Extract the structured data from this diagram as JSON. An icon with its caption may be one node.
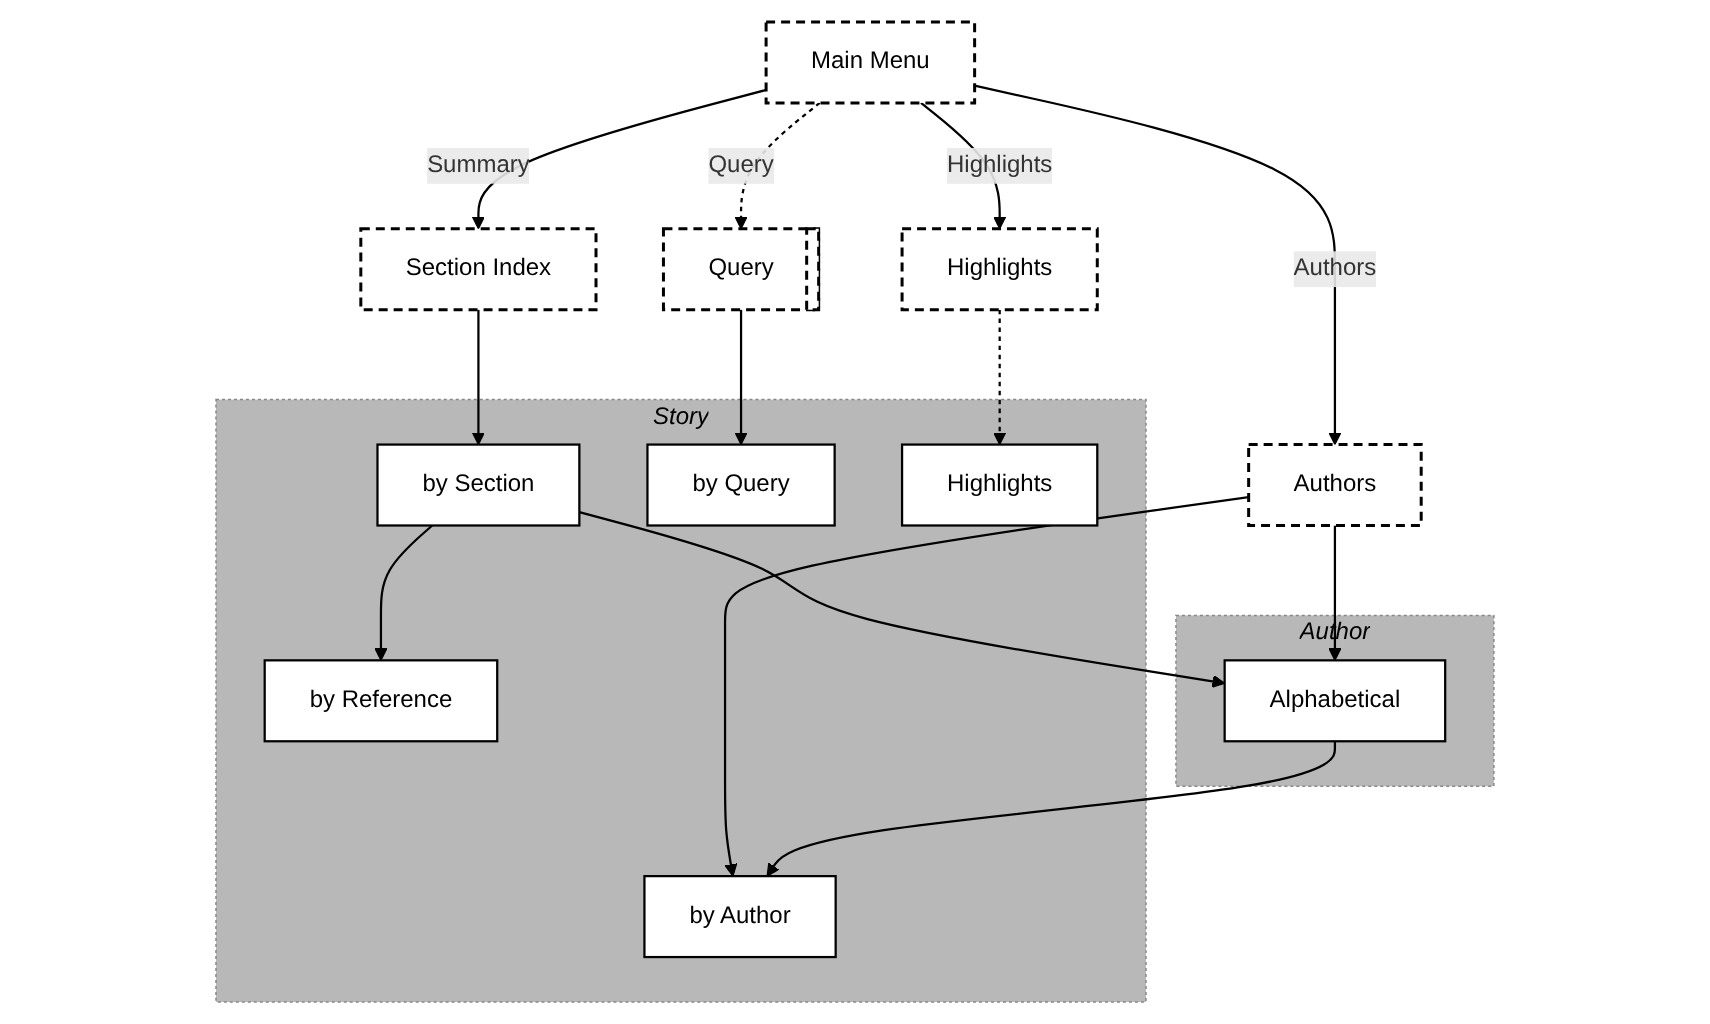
{
  "diagram": {
    "nodes": [
      {
        "text": [
          "Main Menu"
        ]
      },
      {
        "text": [
          "Authors"
        ]
      },
      {
        "text": [
          "Section Index"
        ]
      },
      {
        "text": [
          "Query"
        ]
      },
      {
        "text": [
          "Highlights"
        ]
      },
      {
        "text": [
          "Author"
        ]
      },
      {
        "text": [
          "Alphabetical"
        ],
        "in": 5
      },
      {
        "text": [
          "Story"
        ]
      },
      {
        "text": [
          "by Author"
        ],
        "in": 7
      },
      {
        "text": [
          "by Section"
        ],
        "in": 7
      },
      {
        "text": [
          "by Reference"
        ],
        "in": 7
      },
      {
        "text": [
          "by Query"
        ],
        "in": 7
      },
      {
        "text": [
          "Highlights"
        ],
        "in": 7
      }
    ],
    "edges": [
      {
        "from": 0,
        "to": 1,
        "arrow": "to",
        "label": "Authors"
      },
      {
        "from": 0,
        "to": 2,
        "arrow": "to",
        "label": "Summary"
      },
      {
        "from": 0,
        "to": 3,
        "arrow": "to",
        "label": "Query",
        "style": "dashed"
      },
      {
        "from": 0,
        "to": 4,
        "arrow": "to",
        "label": "Highlights"
      },
      {
        "from": 1,
        "to": 6,
        "arrow": "to"
      },
      {
        "from": 1,
        "to": 8,
        "arrow": "to"
      },
      {
        "from": 2,
        "to": 9,
        "arrow": "to"
      },
      {
        "from": 3,
        "to": 11,
        "arrow": "to"
      },
      {
        "from": 4,
        "to": 12,
        "arrow": "to",
        "style": "dashed"
      },
      {
        "from": 6,
        "to": 8,
        "arrow": "to"
      },
      {
        "from": 9,
        "to": 6,
        "arrow": "to"
      },
      {
        "from": 9,
        "to": 10,
        "arrow": "to"
      }
    ]
  }
}
